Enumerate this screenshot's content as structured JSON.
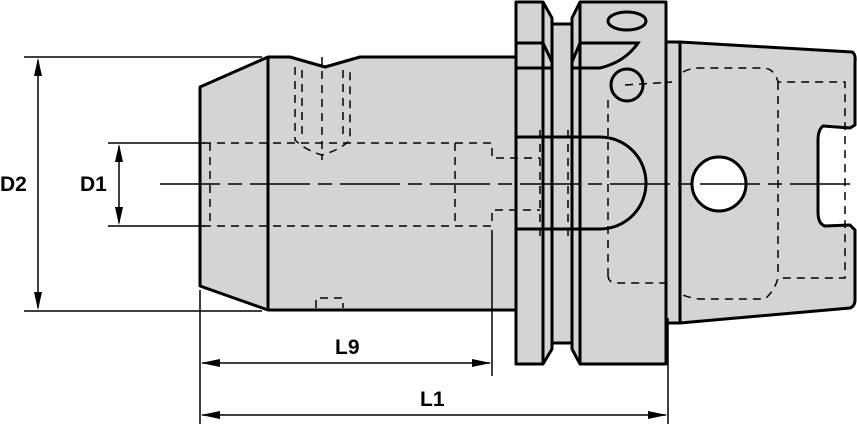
{
  "drawing": {
    "type": "technical drawing",
    "subject": "tool holder side view",
    "fill_color": "#d4d4d4",
    "line_color": "#000000"
  },
  "dimensions": {
    "d2": {
      "label": "D2",
      "orientation": "vertical"
    },
    "d1": {
      "label": "D1",
      "orientation": "vertical"
    },
    "l9": {
      "label": "L9",
      "orientation": "horizontal"
    },
    "l1": {
      "label": "L1",
      "orientation": "horizontal"
    }
  }
}
